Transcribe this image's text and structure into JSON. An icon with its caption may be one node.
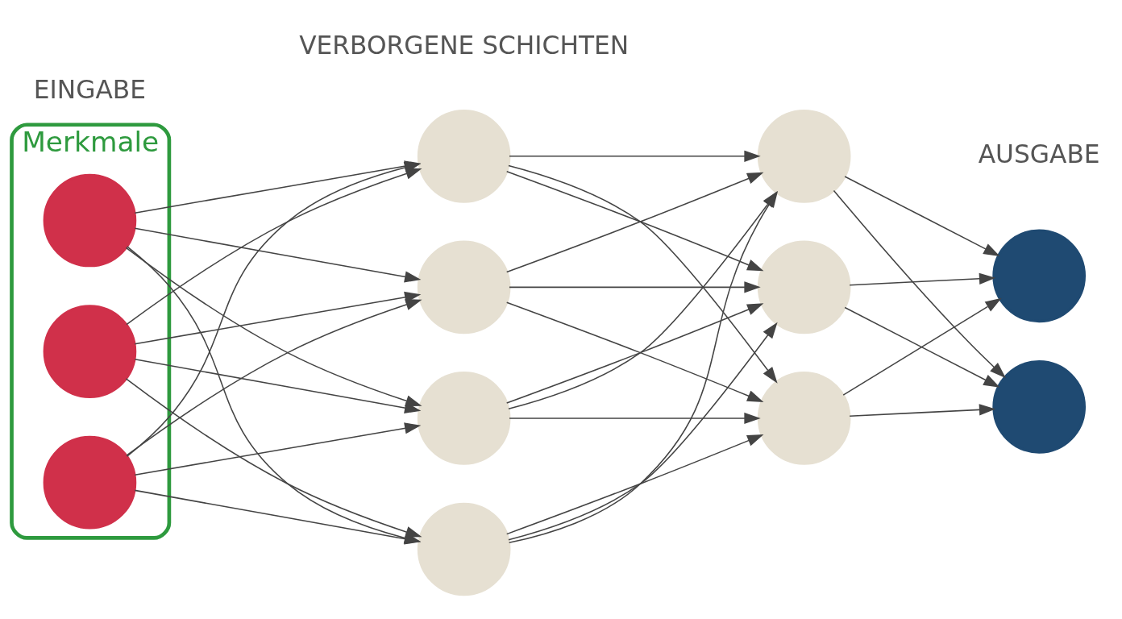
{
  "diagram": {
    "nodes": [
      {
        "text": [
          "Merkmale"
        ]
      },
      {
        "text": [],
        "shape": "circle",
        "in": 0
      },
      {
        "text": [],
        "shape": "circle",
        "in": 0
      },
      {
        "text": [],
        "shape": "circle",
        "in": 0
      },
      {
        "text": [],
        "shape": "circle"
      },
      {
        "text": [],
        "shape": "circle"
      },
      {
        "text": [],
        "shape": "circle"
      },
      {
        "text": [],
        "shape": "circle"
      },
      {
        "text": [],
        "shape": "circle"
      },
      {
        "text": [],
        "shape": "circle"
      },
      {
        "text": [],
        "shape": "circle"
      },
      {
        "text": [],
        "shape": "circle"
      },
      {
        "text": [],
        "shape": "circle"
      }
    ],
    "edges": [
      {
        "from": 1,
        "to": 4,
        "arrow": "to"
      },
      {
        "from": 1,
        "to": 5,
        "arrow": "to"
      },
      {
        "from": 1,
        "to": 6,
        "arrow": "to"
      },
      {
        "from": 1,
        "to": 7,
        "arrow": "to"
      },
      {
        "from": 2,
        "to": 4,
        "arrow": "to"
      },
      {
        "from": 2,
        "to": 5,
        "arrow": "to"
      },
      {
        "from": 2,
        "to": 6,
        "arrow": "to"
      },
      {
        "from": 2,
        "to": 7,
        "arrow": "to"
      },
      {
        "from": 3,
        "to": 4,
        "arrow": "to"
      },
      {
        "from": 3,
        "to": 5,
        "arrow": "to"
      },
      {
        "from": 3,
        "to": 6,
        "arrow": "to"
      },
      {
        "from": 3,
        "to": 7,
        "arrow": "to"
      },
      {
        "from": 4,
        "to": 8,
        "arrow": "to"
      },
      {
        "from": 4,
        "to": 9,
        "arrow": "to"
      },
      {
        "from": 4,
        "to": 10,
        "arrow": "to"
      },
      {
        "from": 5,
        "to": 8,
        "arrow": "to"
      },
      {
        "from": 5,
        "to": 9,
        "arrow": "to"
      },
      {
        "from": 5,
        "to": 10,
        "arrow": "to"
      },
      {
        "from": 6,
        "to": 8,
        "arrow": "to"
      },
      {
        "from": 6,
        "to": 9,
        "arrow": "to"
      },
      {
        "from": 6,
        "to": 10,
        "arrow": "to"
      },
      {
        "from": 7,
        "to": 8,
        "arrow": "to"
      },
      {
        "from": 7,
        "to": 9,
        "arrow": "to"
      },
      {
        "from": 7,
        "to": 10,
        "arrow": "to"
      },
      {
        "from": 8,
        "to": 11,
        "arrow": "to"
      },
      {
        "from": 8,
        "to": 12,
        "arrow": "to"
      },
      {
        "from": 9,
        "to": 11,
        "arrow": "to"
      },
      {
        "from": 9,
        "to": 12,
        "arrow": "to"
      },
      {
        "from": 10,
        "to": 11,
        "arrow": "to"
      },
      {
        "from": 10,
        "to": 12,
        "arrow": "to"
      }
    ],
    "labels": [
      "EINGABE",
      "VERBORGENE SCHICHTEN",
      "AUSGABE"
    ]
  }
}
